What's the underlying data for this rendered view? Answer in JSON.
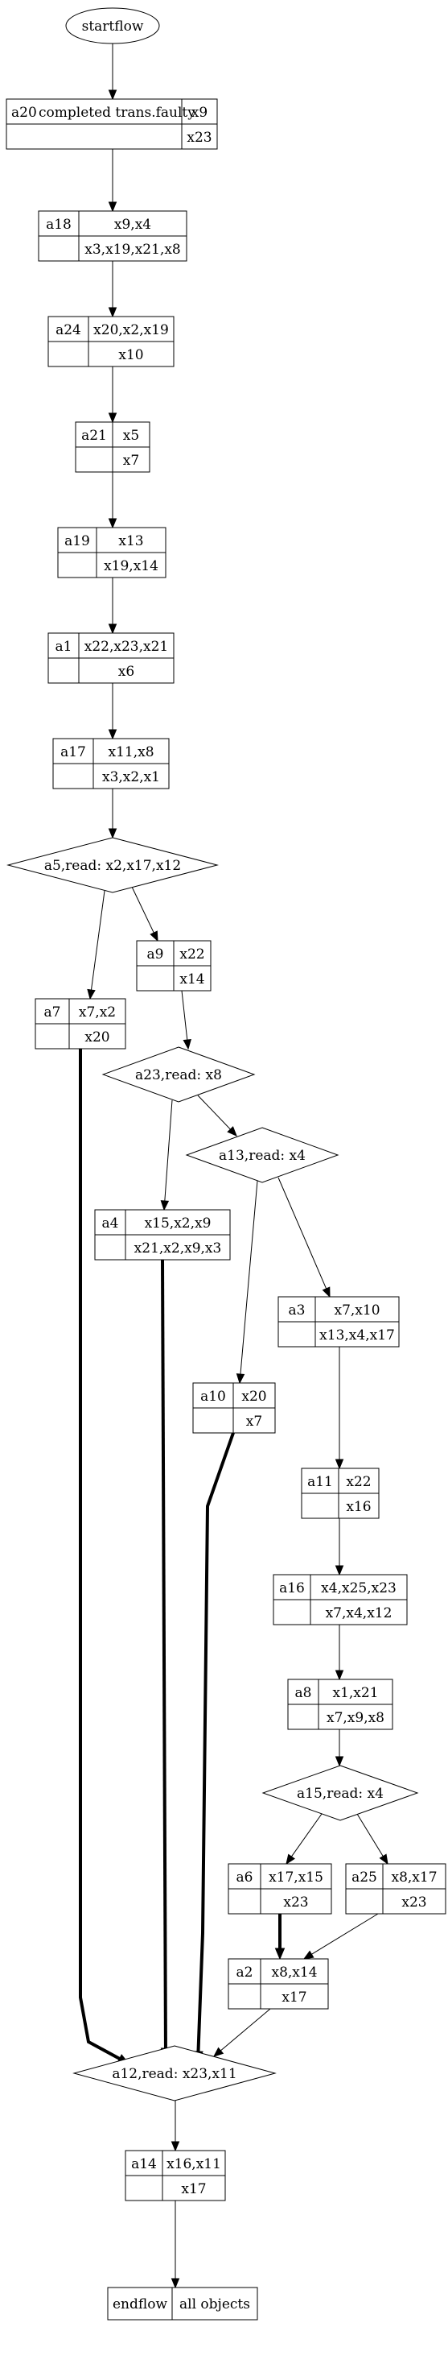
{
  "flow": {
    "start": "startflow",
    "nodes": [
      {
        "id": "a20",
        "kind": "box",
        "label": "a20",
        "label_extra": "completed trans.faulty",
        "in": "x9",
        "out": "x23"
      },
      {
        "id": "a18",
        "kind": "box",
        "label": "a18",
        "in": "x9,x4",
        "out": "x3,x19,x21,x8"
      },
      {
        "id": "a24",
        "kind": "box",
        "label": "a24",
        "in": "x20,x2,x19",
        "out": "x10"
      },
      {
        "id": "a21",
        "kind": "box",
        "label": "a21",
        "in": "x5",
        "out": "x7"
      },
      {
        "id": "a19",
        "kind": "box",
        "label": "a19",
        "in": "x13",
        "out": "x19,x14"
      },
      {
        "id": "a1",
        "kind": "box",
        "label": "a1",
        "in": "x22,x23,x21",
        "out": "x6"
      },
      {
        "id": "a17",
        "kind": "box",
        "label": "a17",
        "in": "x11,x8",
        "out": "x3,x2,x1"
      },
      {
        "id": "a5",
        "kind": "decision",
        "label": "a5,read: x2,x17,x12"
      },
      {
        "id": "a9",
        "kind": "box",
        "label": "a9",
        "in": "x22",
        "out": "x14"
      },
      {
        "id": "a7",
        "kind": "box",
        "label": "a7",
        "in": "x7,x2",
        "out": "x20"
      },
      {
        "id": "a23",
        "kind": "decision",
        "label": "a23,read: x8"
      },
      {
        "id": "a13",
        "kind": "decision",
        "label": "a13,read: x4"
      },
      {
        "id": "a4",
        "kind": "box",
        "label": "a4",
        "in": "x15,x2,x9",
        "out": "x21,x2,x9,x3"
      },
      {
        "id": "a3",
        "kind": "box",
        "label": "a3",
        "in": "x7,x10",
        "out": "x13,x4,x17"
      },
      {
        "id": "a10",
        "kind": "box",
        "label": "a10",
        "in": "x20",
        "out": "x7"
      },
      {
        "id": "a11",
        "kind": "box",
        "label": "a11",
        "in": "x22",
        "out": "x16"
      },
      {
        "id": "a16",
        "kind": "box",
        "label": "a16",
        "in": "x4,x25,x23",
        "out": "x7,x4,x12"
      },
      {
        "id": "a8",
        "kind": "box",
        "label": "a8",
        "in": "x1,x21",
        "out": "x7,x9,x8"
      },
      {
        "id": "a15",
        "kind": "decision",
        "label": "a15,read: x4"
      },
      {
        "id": "a6",
        "kind": "box",
        "label": "a6",
        "in": "x17,x15",
        "out": "x23"
      },
      {
        "id": "a25",
        "kind": "box",
        "label": "a25",
        "in": "x8,x17",
        "out": "x23"
      },
      {
        "id": "a2",
        "kind": "box",
        "label": "a2",
        "in": "x8,x14",
        "out": "x17"
      },
      {
        "id": "a12",
        "kind": "decision",
        "label": "a12,read: x23,x11"
      },
      {
        "id": "a14",
        "kind": "box",
        "label": "a14",
        "in": "x16,x11",
        "out": "x17"
      }
    ],
    "end": {
      "label": "endflow",
      "value": "all objects"
    },
    "edges": [
      {
        "from": "start",
        "to": "a20"
      },
      {
        "from": "a20",
        "to": "a18"
      },
      {
        "from": "a18",
        "to": "a24"
      },
      {
        "from": "a24",
        "to": "a21"
      },
      {
        "from": "a21",
        "to": "a19"
      },
      {
        "from": "a19",
        "to": "a1"
      },
      {
        "from": "a1",
        "to": "a17"
      },
      {
        "from": "a17",
        "to": "a5"
      },
      {
        "from": "a5",
        "to": "a7"
      },
      {
        "from": "a5",
        "to": "a9"
      },
      {
        "from": "a9",
        "to": "a23"
      },
      {
        "from": "a23",
        "to": "a4"
      },
      {
        "from": "a23",
        "to": "a13"
      },
      {
        "from": "a13",
        "to": "a10"
      },
      {
        "from": "a13",
        "to": "a3"
      },
      {
        "from": "a3",
        "to": "a11"
      },
      {
        "from": "a11",
        "to": "a16"
      },
      {
        "from": "a16",
        "to": "a8"
      },
      {
        "from": "a8",
        "to": "a15"
      },
      {
        "from": "a15",
        "to": "a6"
      },
      {
        "from": "a15",
        "to": "a25"
      },
      {
        "from": "a6",
        "to": "a2",
        "bold": true
      },
      {
        "from": "a25",
        "to": "a2"
      },
      {
        "from": "a7",
        "to": "a12",
        "bold": true
      },
      {
        "from": "a4",
        "to": "a12",
        "bold": true
      },
      {
        "from": "a10",
        "to": "a12",
        "bold": true
      },
      {
        "from": "a2",
        "to": "a12"
      },
      {
        "from": "a12",
        "to": "a14"
      },
      {
        "from": "a14",
        "to": "end"
      }
    ]
  }
}
